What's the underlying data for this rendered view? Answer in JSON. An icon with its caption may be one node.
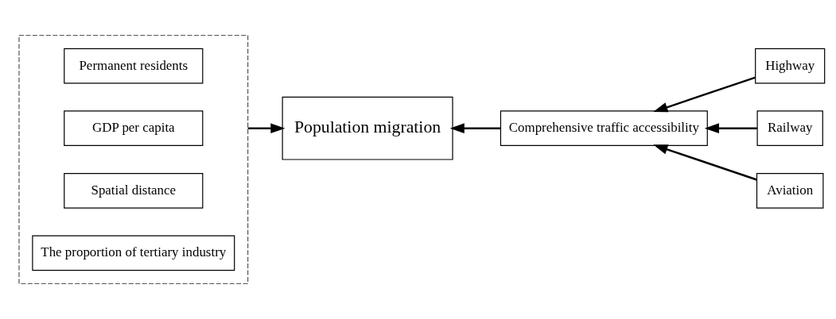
{
  "diagram": {
    "nodes": [
      {
        "text": [],
        "shape": "box"
      },
      {
        "text": [
          "Permanent residents"
        ],
        "in": 0
      },
      {
        "text": [
          "GDP per capita"
        ],
        "in": 0
      },
      {
        "text": [
          "Spatial distance"
        ],
        "in": 0
      },
      {
        "text": [
          "The proportion of tertiary industry"
        ],
        "in": 0
      },
      {
        "text": [
          "Population migration"
        ]
      },
      {
        "text": [
          "Comprehensive traffic accessibility"
        ]
      },
      {
        "text": [
          "Highway"
        ]
      },
      {
        "text": [
          "Railway"
        ]
      },
      {
        "text": [
          "Aviation"
        ]
      }
    ],
    "edges": [
      {
        "from": 0,
        "to": 5,
        "arrow": "to"
      },
      {
        "from": 6,
        "to": 5,
        "arrow": "to"
      },
      {
        "from": 7,
        "to": 6,
        "arrow": "to"
      },
      {
        "from": 8,
        "to": 6,
        "arrow": "to"
      },
      {
        "from": 9,
        "to": 6,
        "arrow": "to"
      }
    ]
  }
}
